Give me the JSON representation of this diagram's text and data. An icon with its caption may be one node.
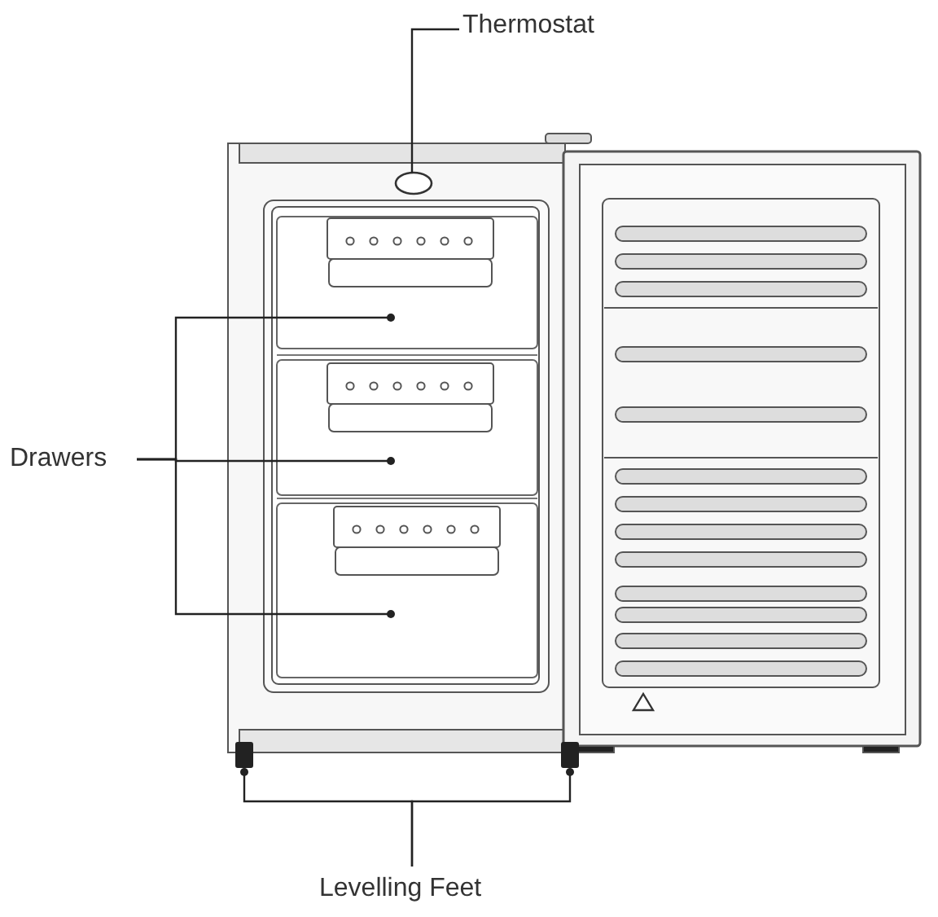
{
  "diagram": {
    "nodes": [
      {
        "text": [
          "Thermostat"
        ]
      },
      {
        "text": [],
        "shape": "circle"
      },
      {
        "text": [
          "Drawers"
        ]
      },
      {
        "text": [],
        "shape": "box"
      },
      {
        "text": [],
        "shape": "box"
      },
      {
        "text": [],
        "shape": "box"
      },
      {
        "text": [
          "Levelling Feet"
        ]
      },
      {
        "text": [],
        "shape": "box"
      },
      {
        "text": [],
        "shape": "box"
      }
    ],
    "edges": [
      {
        "from": 0,
        "to": 1,
        "arrow": "none"
      },
      {
        "from": 2,
        "to": 3,
        "arrow": "other"
      },
      {
        "from": 2,
        "to": 4,
        "arrow": "other"
      },
      {
        "from": 2,
        "to": 5,
        "arrow": "other"
      },
      {
        "from": 6,
        "to": 7,
        "arrow": "other"
      },
      {
        "from": 6,
        "to": 8,
        "arrow": "other"
      }
    ]
  }
}
